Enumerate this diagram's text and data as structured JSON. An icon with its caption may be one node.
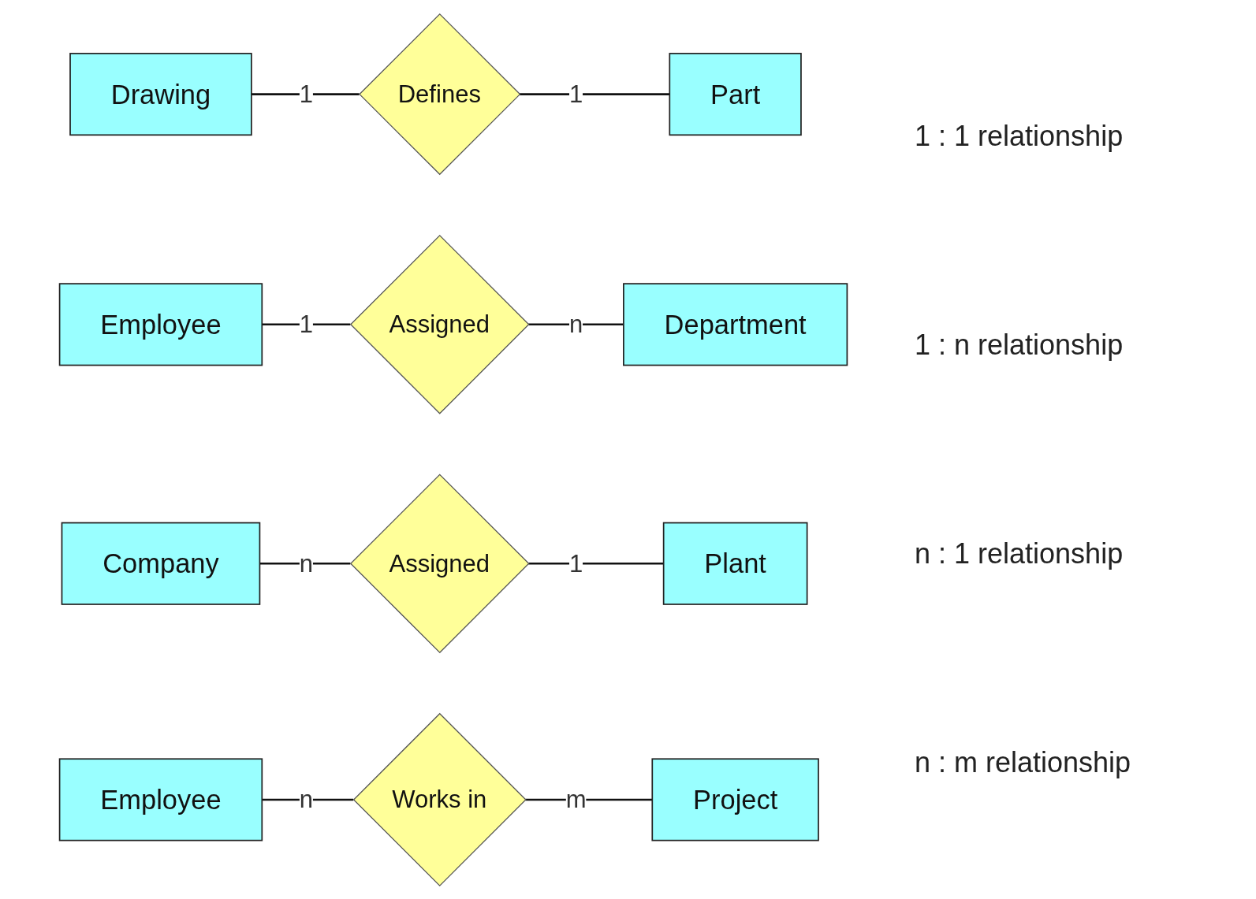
{
  "diagram": {
    "nodes": [
      {
        "text": [
          "Drawing"
        ]
      },
      {
        "text": [
          "Defines"
        ]
      },
      {
        "text": [
          "Part"
        ]
      },
      {
        "text": [
          "Employee"
        ]
      },
      {
        "text": [
          "Assigned"
        ]
      },
      {
        "text": [
          "Department"
        ]
      },
      {
        "text": [
          "Company"
        ]
      },
      {
        "text": [
          "Assigned"
        ]
      },
      {
        "text": [
          "Plant"
        ]
      },
      {
        "text": [
          "Employee"
        ]
      },
      {
        "text": [
          "Works in"
        ]
      },
      {
        "text": [
          "Project"
        ]
      }
    ],
    "edges": [
      {
        "from": 0,
        "to": 1,
        "arrow": "none",
        "label": "1"
      },
      {
        "from": 1,
        "to": 2,
        "arrow": "none",
        "label": "1"
      },
      {
        "from": 3,
        "to": 4,
        "arrow": "none",
        "label": "1"
      },
      {
        "from": 4,
        "to": 5,
        "arrow": "none",
        "label": "n"
      },
      {
        "from": 6,
        "to": 7,
        "arrow": "none",
        "label": "n"
      },
      {
        "from": 7,
        "to": 8,
        "arrow": "none",
        "label": "1"
      },
      {
        "from": 9,
        "to": 10,
        "arrow": "none",
        "label": "n"
      },
      {
        "from": 10,
        "to": 11,
        "arrow": "none",
        "label": "m"
      }
    ],
    "labels": [
      "1 : 1 relationship",
      "1 : n relationship",
      "n : 1 relationship",
      "n : m relationship"
    ]
  }
}
